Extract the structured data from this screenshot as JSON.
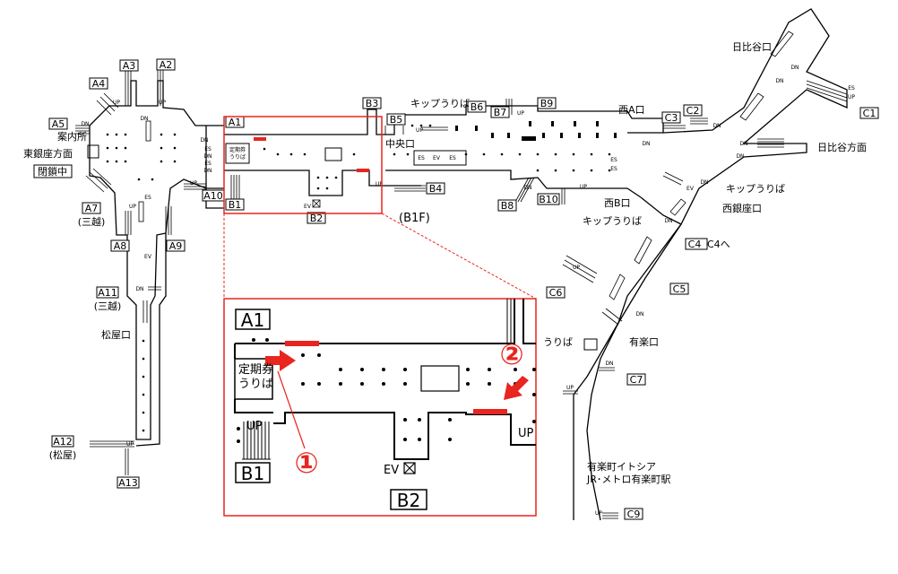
{
  "exits": {
    "A2": "A2",
    "A3": "A3",
    "A4": "A4",
    "A5": "A5",
    "A7": "A7",
    "A7_sub": "(三越)",
    "A8": "A8",
    "A9": "A9",
    "A10": "A10",
    "A11": "A11",
    "A11_sub": "(三越)",
    "A12": "A12",
    "A12_sub": "(松屋)",
    "A13": "A13",
    "A1": "A1",
    "B1": "B1",
    "B2": "B2",
    "B3": "B3",
    "B4": "B4",
    "B5": "B5",
    "B6": "B6",
    "B7": "B7",
    "B8": "B8",
    "B9": "B9",
    "B10": "B10",
    "C1": "C1",
    "C2": "C2",
    "C3": "C3",
    "C4": "C4",
    "C5": "C5",
    "C6": "C6",
    "C7": "C7",
    "C9": "C9"
  },
  "places": {
    "info_center": "案内所",
    "higashi_ginza": "東銀座方面",
    "closed": "閉鎖中",
    "matsuya_gate": "松屋口",
    "ticket_top": "キップうりば",
    "central_gate": "中央口",
    "nishi_a": "西A口",
    "nishi_b": "西B口",
    "ticket_lower": "キップうりば",
    "hibiya_gate": "日比谷口",
    "hibiya_dir": "日比谷方面",
    "ticket_right": "キップうりば",
    "nishi_ginza": "西銀座口",
    "c4_to": "C4へ",
    "yurakucho_gate": "有楽口",
    "ticket_partial": "うりば",
    "itocia": "有楽町イトシア",
    "jr_metro": "JR･メトロ有楽町駅",
    "floor": "(B1F)"
  },
  "markers": {
    "up": "UP",
    "dn": "DN",
    "es": "ES",
    "ev": "EV",
    "pass_office_line1": "定期券",
    "pass_office_line2": "うりば"
  },
  "inset": {
    "A1": "A1",
    "B1": "B1",
    "B2": "B2",
    "pass_line1": "定期券",
    "pass_line2": "うりば",
    "up": "UP",
    "up2": "UP",
    "ev": "EV",
    "marker1": "①",
    "marker2": "②"
  },
  "colors": {
    "highlight": "#e8251f",
    "line": "#000000"
  }
}
